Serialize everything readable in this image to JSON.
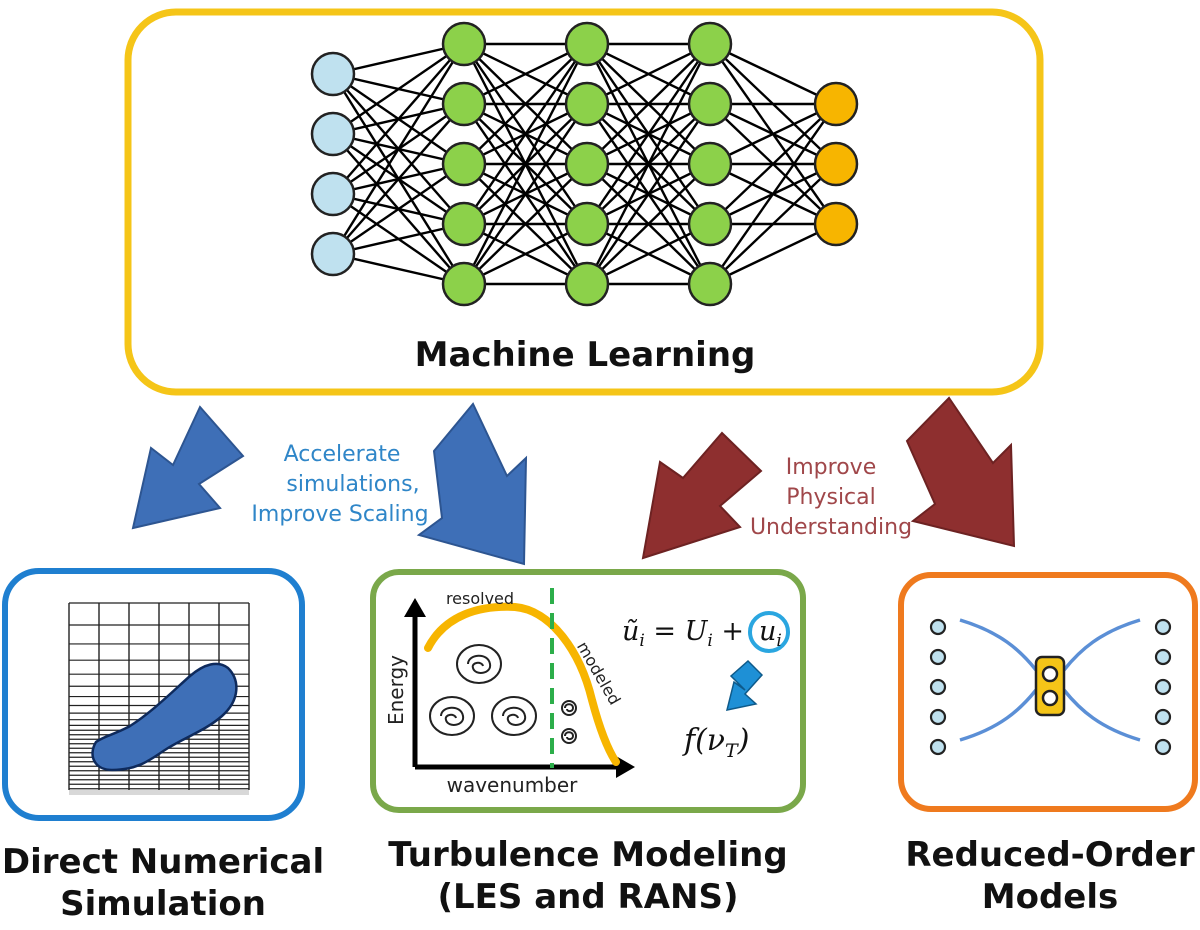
{
  "colors": {
    "ml_border": "#f5c518",
    "input_node": "#bfe1ef",
    "hidden_node": "#8cd14a",
    "output_node": "#f7b500",
    "blue_arrow": "#3e6fb7",
    "red_arrow": "#8e2f2f",
    "blue_text": "#2f86c8",
    "red_text": "#a0474a",
    "dns_border": "#1f7fd0",
    "turb_border": "#7aa84a",
    "rom_border": "#ef7a1e",
    "dns_blob": "#3e6fb7",
    "energy_curve": "#f7b500",
    "cutoff_line": "#2cae4a",
    "rom_lines": "#5b8fd6",
    "rom_node": "#bfe1ef",
    "rom_latent": "#f5c518"
  },
  "ml": {
    "title": "Machine Learning",
    "layers": [
      4,
      5,
      5,
      5,
      3
    ]
  },
  "arrows": {
    "left_label": [
      "Accelerate",
      "simulations,",
      "Improve Scaling"
    ],
    "right_label": [
      "Improve",
      "Physical",
      "Understanding"
    ]
  },
  "dns": {
    "title_lines": [
      "Direct Numerical",
      "Simulation"
    ]
  },
  "turbulence": {
    "title_lines": [
      "Turbulence Modeling",
      "(LES and RANS)"
    ],
    "x_axis": "wavenumber",
    "y_axis": "Energy",
    "resolved": "resolved",
    "modeled": "modeled",
    "eq_lhs": "ũ",
    "eq_lhs_sub": "i",
    "eq_mid": " = U",
    "eq_mid_sub": "i",
    "eq_plus": " + ",
    "eq_u": "u",
    "eq_u_sub": "i",
    "f_prefix": "f(ν",
    "f_sub": "T",
    "f_suffix": ")"
  },
  "rom": {
    "title_lines": [
      "Reduced-Order",
      "Models"
    ]
  }
}
